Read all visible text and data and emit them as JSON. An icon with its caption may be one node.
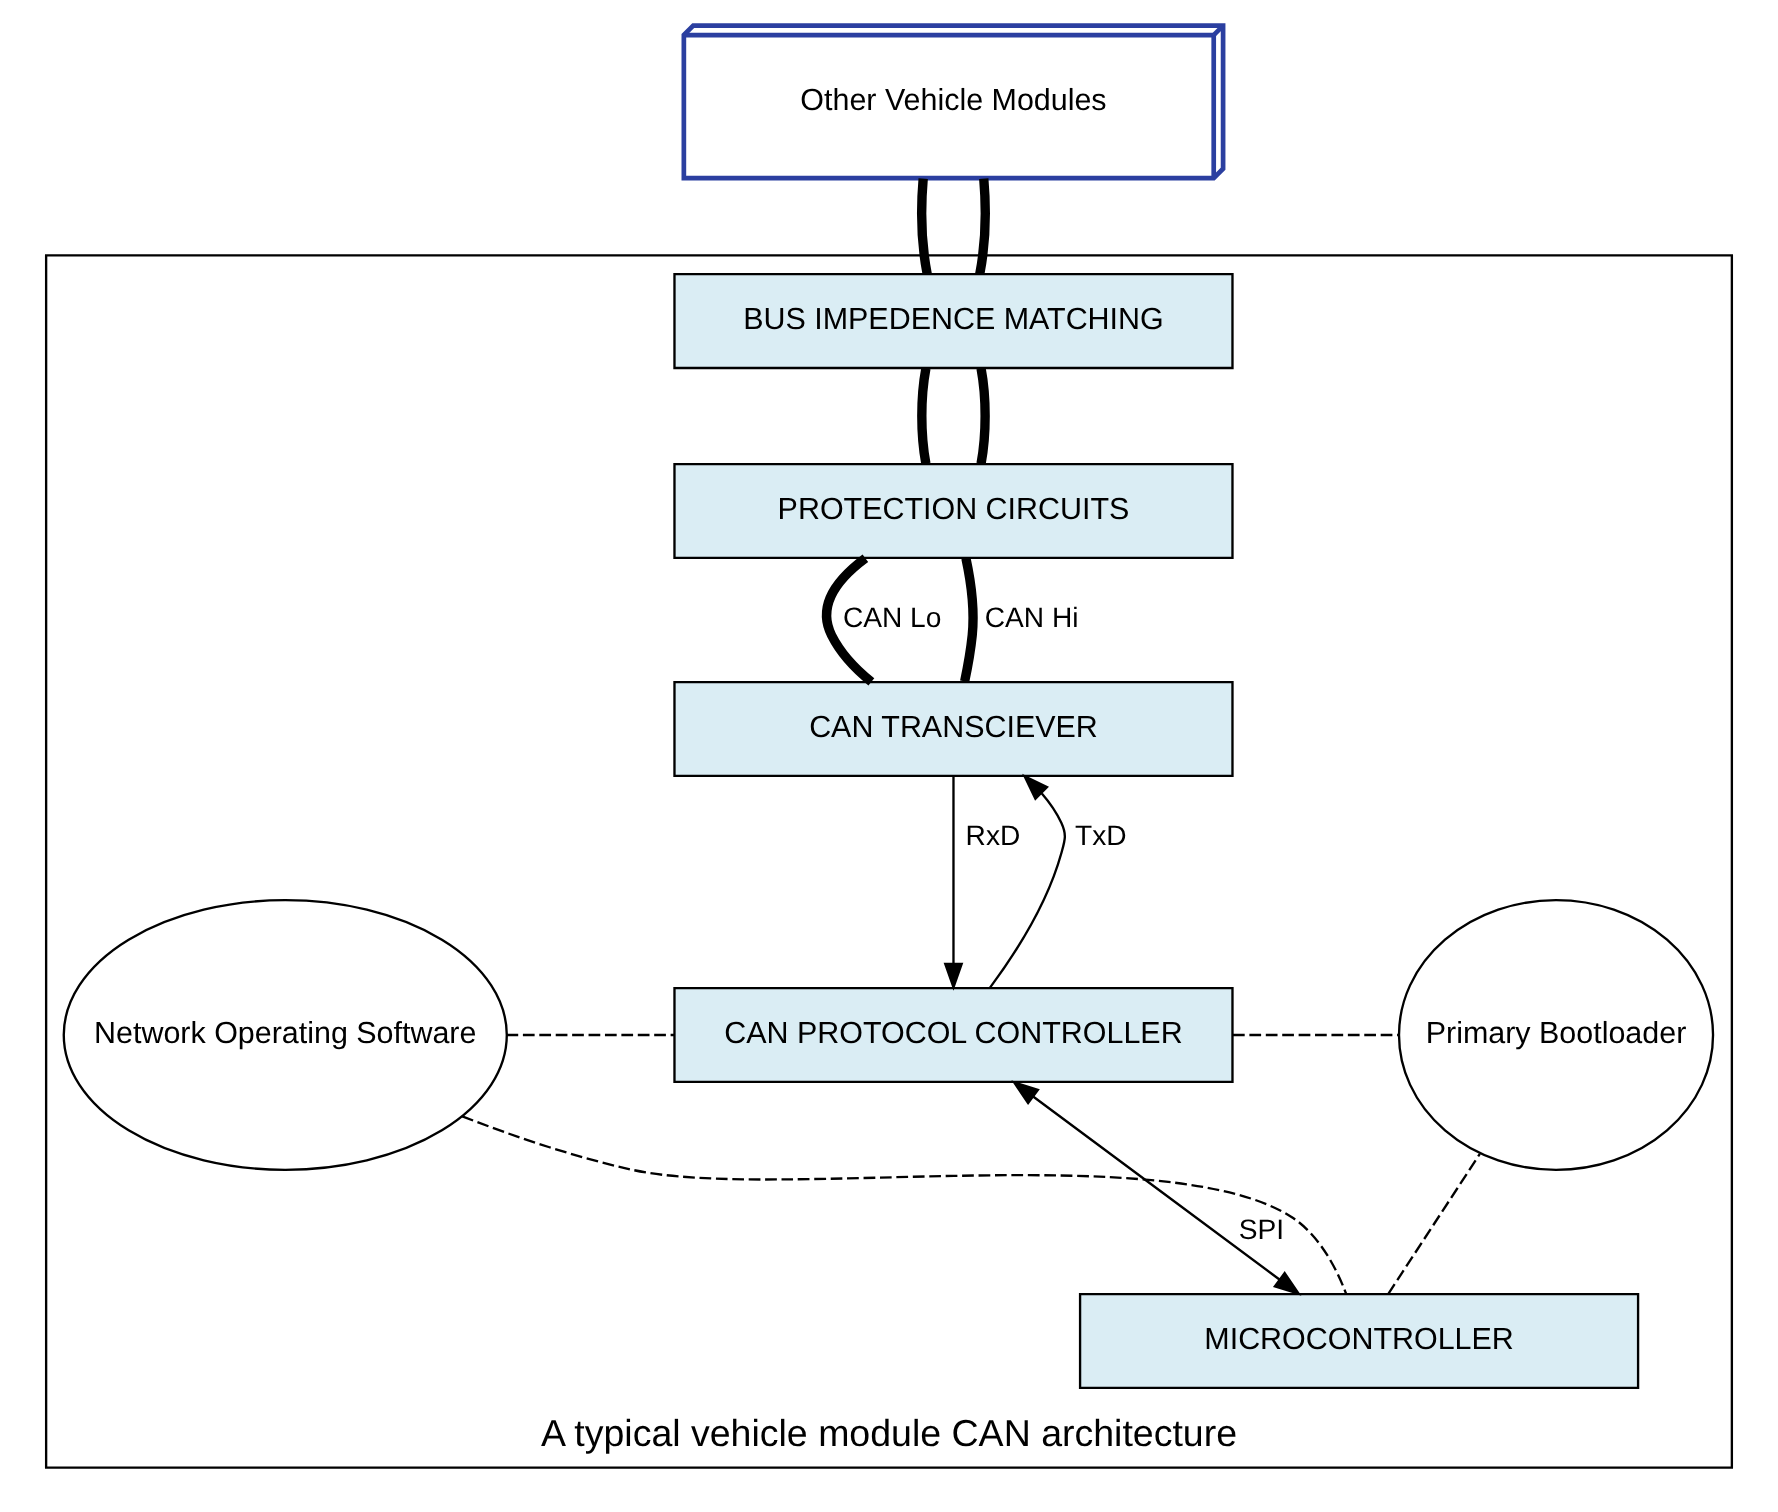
{
  "diagram": {
    "nodes": [
      {
        "text": [
          "Other Vehicle Modules"
        ]
      },
      {
        "text": [
          "A typical vehicle module CAN architecture"
        ]
      },
      {
        "text": [
          "BUS IMPEDENCE MATCHING"
        ],
        "in": 1
      },
      {
        "text": [
          "PROTECTION CIRCUITS"
        ],
        "in": 1
      },
      {
        "text": [
          "CAN TRANSCIEVER"
        ],
        "in": 1
      },
      {
        "text": [
          "CAN PROTOCOL CONTROLLER"
        ],
        "in": 1
      },
      {
        "text": [
          "MICROCONTROLLER"
        ],
        "in": 1
      },
      {
        "text": [
          "Network Operating Software"
        ],
        "in": 1
      },
      {
        "text": [
          "Primary Bootloader"
        ],
        "in": 1
      }
    ],
    "edges": [
      {
        "from": 0,
        "to": 2,
        "arrow": "none",
        "style": "thick"
      },
      {
        "from": 0,
        "to": 2,
        "arrow": "none",
        "style": "thick"
      },
      {
        "from": 2,
        "to": 3,
        "arrow": "none",
        "style": "thick"
      },
      {
        "from": 2,
        "to": 3,
        "arrow": "none",
        "style": "thick"
      },
      {
        "from": 3,
        "to": 4,
        "arrow": "none",
        "style": "thick",
        "label": "CAN Lo"
      },
      {
        "from": 3,
        "to": 4,
        "arrow": "none",
        "style": "thick",
        "label": "CAN Hi"
      },
      {
        "from": 5,
        "to": 4,
        "arrow": "to",
        "label": "TxD"
      },
      {
        "from": 4,
        "to": 5,
        "arrow": "to",
        "label": "RxD"
      },
      {
        "from": 5,
        "to": 6,
        "arrow": "both",
        "label": "SPI"
      },
      {
        "from": 7,
        "to": 5,
        "arrow": "none",
        "style": "dashed"
      },
      {
        "from": 7,
        "to": 6,
        "arrow": "none",
        "style": "dashed"
      },
      {
        "from": 5,
        "to": 8,
        "arrow": "none",
        "style": "dashed"
      },
      {
        "from": 6,
        "to": 8,
        "arrow": "none",
        "style": "dashed"
      }
    ]
  }
}
